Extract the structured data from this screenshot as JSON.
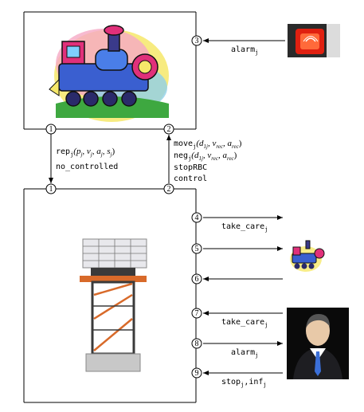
{
  "ports": [
    {
      "id": "p1a",
      "label": "1"
    },
    {
      "id": "p2a",
      "label": "2"
    },
    {
      "id": "p3",
      "label": "3"
    },
    {
      "id": "p1b",
      "label": "1"
    },
    {
      "id": "p2b",
      "label": "2"
    },
    {
      "id": "p4",
      "label": "4"
    },
    {
      "id": "p5",
      "label": "5"
    },
    {
      "id": "p6",
      "label": "6"
    },
    {
      "id": "p7",
      "label": "7"
    },
    {
      "id": "p8",
      "label": "8"
    },
    {
      "id": "p9",
      "label": "9"
    }
  ],
  "messages": {
    "alarm_top": {
      "base": "alarm",
      "sub": "j"
    },
    "rep": {
      "base": "rep",
      "sub": "j",
      "args": "(p",
      "args_parts": [
        {
          "t": "p"
        },
        {
          "s": "j"
        },
        {
          "t": ", v"
        },
        {
          "s": "j"
        },
        {
          "t": ", a"
        },
        {
          "s": "j"
        },
        {
          "t": ", s"
        },
        {
          "s": "j"
        },
        {
          "t": ")"
        }
      ]
    },
    "no_controlled": "no_controlled",
    "move": {
      "base": "move",
      "sub": "j"
    },
    "neg": {
      "base": "neg",
      "sub": "j"
    },
    "stopRBC": "stopRBC",
    "control": "control",
    "take_care_4": {
      "base": "take_care",
      "sub": "j"
    },
    "take_care_7": {
      "base": "take_care",
      "sub": "j"
    },
    "alarm_8": {
      "base": "alarm",
      "sub": "j"
    },
    "stop_inf": {
      "a": "stop",
      "a_sub": "j",
      "sep": ",",
      "b": "inf",
      "b_sub": "j"
    }
  },
  "colors": {
    "line": "#000000",
    "alarm_red": "#e02010",
    "train_blue": "#3a5fd0",
    "train_pink": "#e0307a",
    "tower_orange": "#d86a2a",
    "tower_dark": "#3a3a3a",
    "suit_dark": "#1e1e22",
    "tie_blue": "#3b6fd8"
  },
  "icons": [
    "train-clipart-icon",
    "alarm-light-icon",
    "radar-tower-icon",
    "small-train-icon",
    "businessman-avatar-icon"
  ]
}
